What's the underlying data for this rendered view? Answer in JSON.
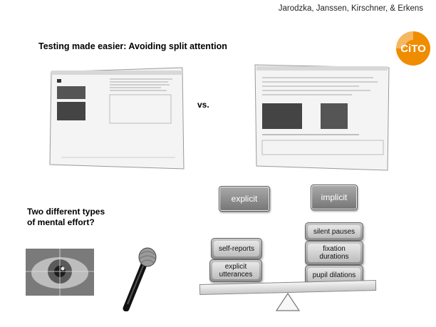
{
  "header": {
    "authors": "Jarodzka, Janssen, Kirschner, & Erkens",
    "title": "Testing made easier: Avoiding split attention"
  },
  "logo": {
    "text": "CiTO"
  },
  "comparison": {
    "vs_label": "vs."
  },
  "section2": {
    "line1": "Two different types",
    "line2": "of mental effort?"
  },
  "categories": {
    "explicit": "explicit",
    "implicit": "implicit"
  },
  "explicit_items": {
    "item1": "self-reports",
    "item2_line1": "explicit",
    "item2_line2": "utterances"
  },
  "implicit_items": {
    "item1": "silent pauses",
    "item2_line1": "fixation",
    "item2_line2": "durations",
    "item3": "pupil dilations"
  },
  "colors": {
    "pill_dark": "#777777",
    "box_light": "#c8c8c8",
    "logo_orange": "#f08c00"
  }
}
